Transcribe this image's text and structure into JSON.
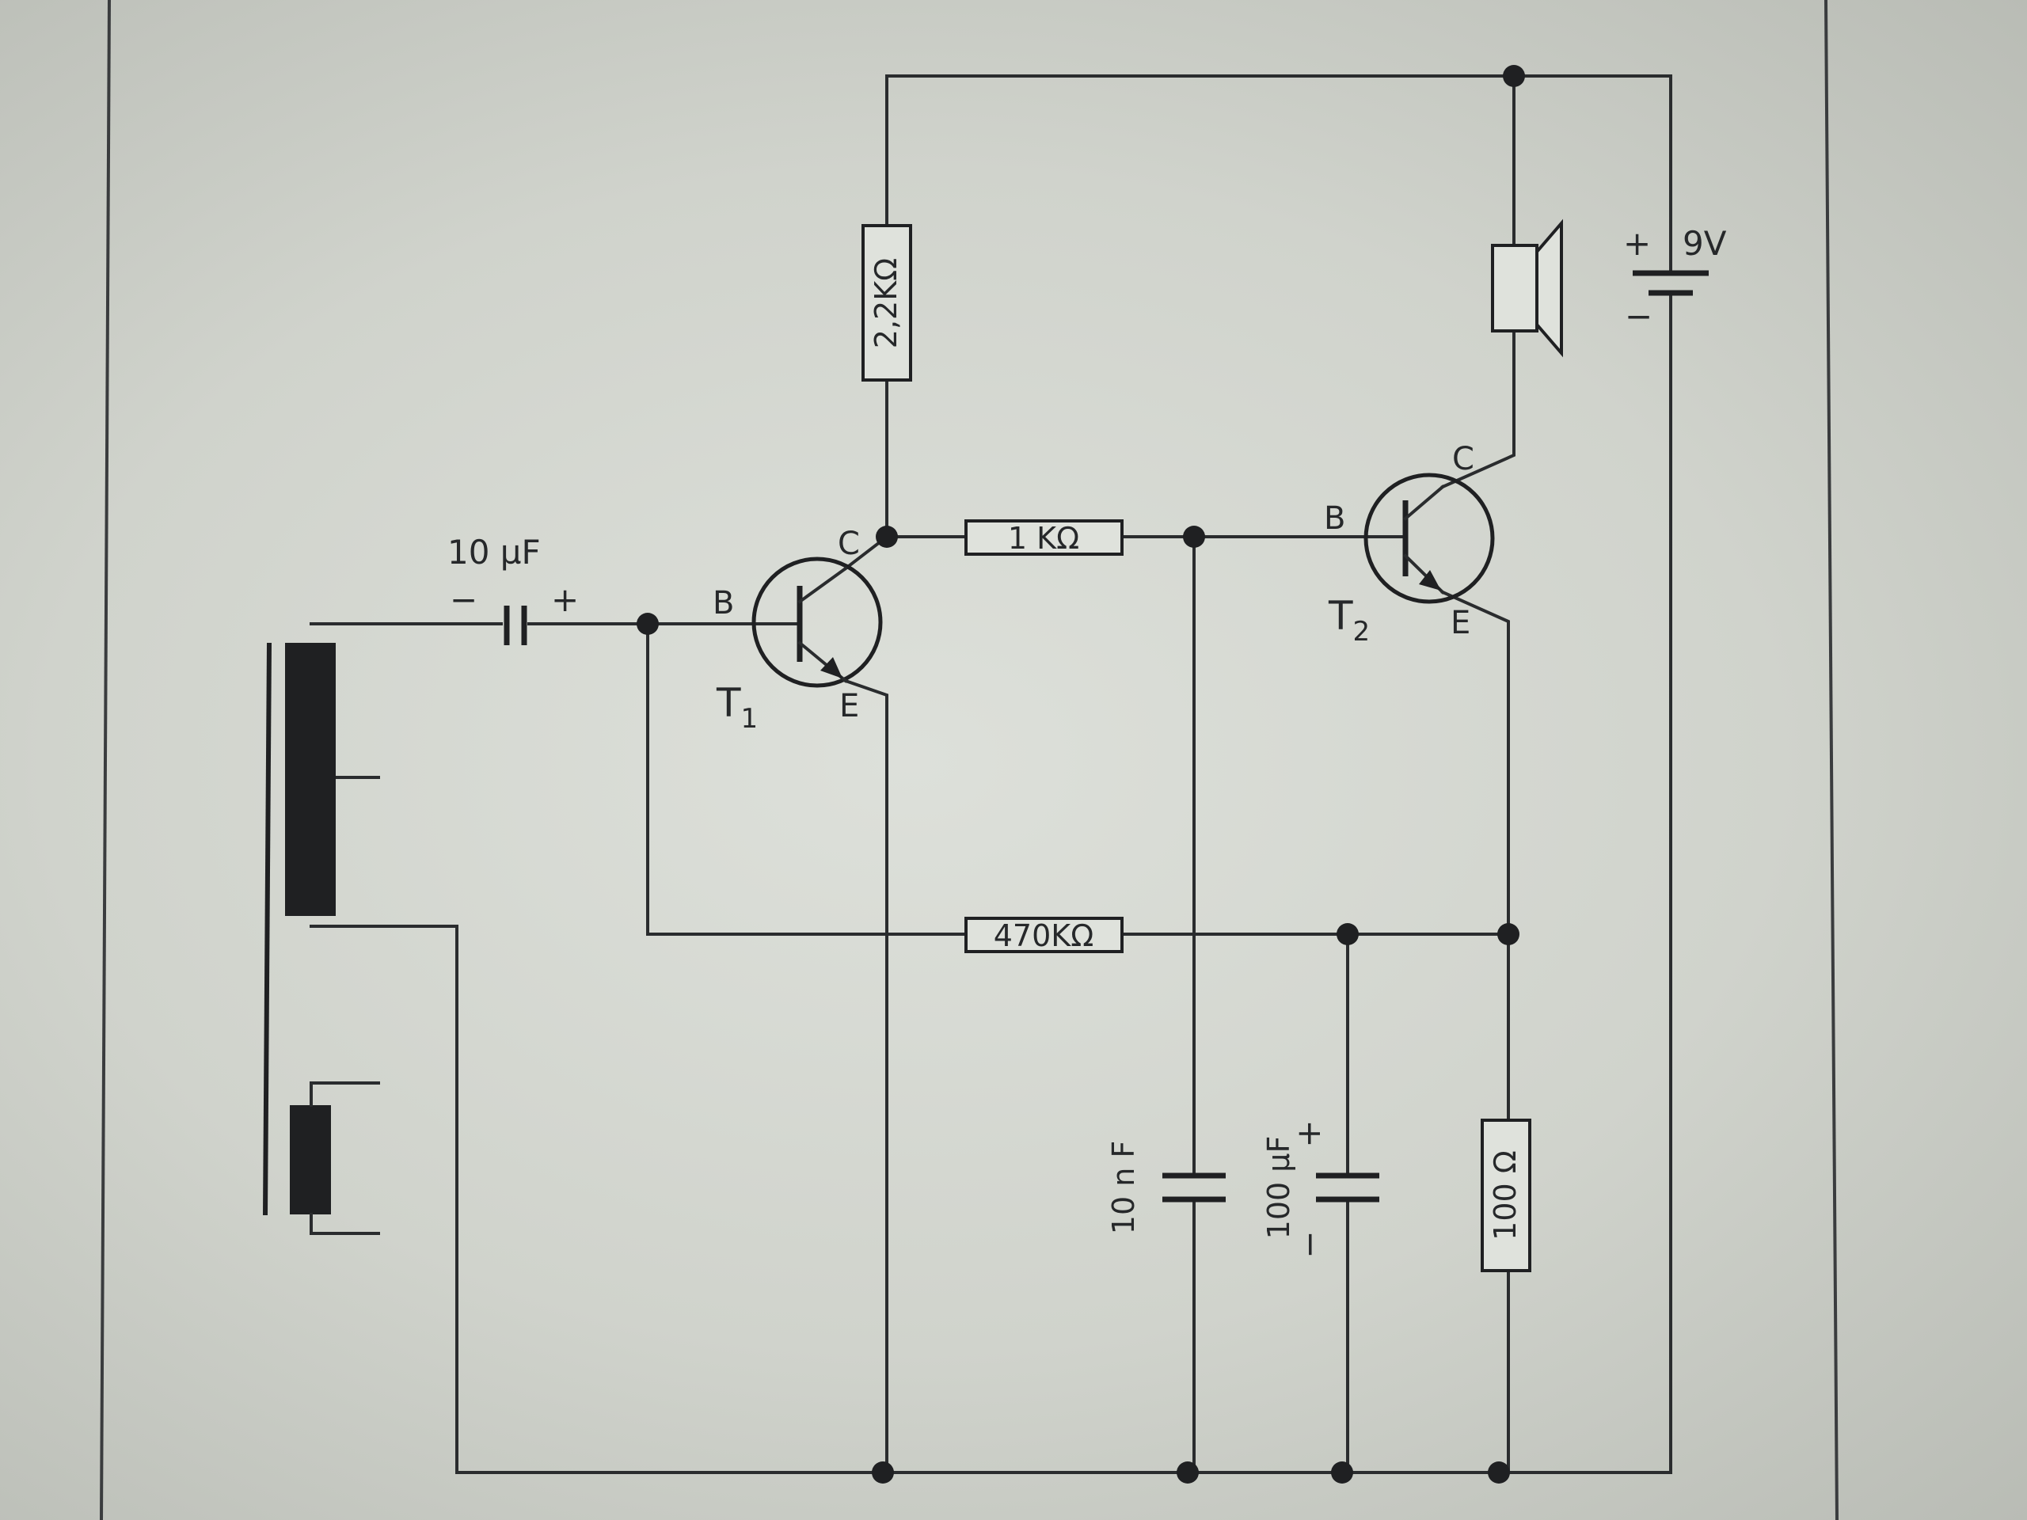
{
  "components": {
    "coupling_capacitor": {
      "value": "10 µF",
      "minus": "−",
      "plus": "+"
    },
    "r_collector_t1": {
      "value": "2,2KΩ"
    },
    "r_base_t2": {
      "value": "1 KΩ"
    },
    "r_feedback": {
      "value": "470KΩ"
    },
    "r_emitter_t2": {
      "value": "100 Ω"
    },
    "c_filter": {
      "value": "10 n F"
    },
    "c_bypass": {
      "value": "100 µF",
      "plus": "+",
      "minus": "−"
    },
    "battery": {
      "value": "9V",
      "plus": "+",
      "minus": "−"
    }
  },
  "transistors": {
    "t1": {
      "name": "T",
      "sub": "1",
      "base": "B",
      "collector": "C",
      "emitter": "E"
    },
    "t2": {
      "name": "T",
      "sub": "2",
      "base": "B",
      "collector": "C",
      "emitter": "E"
    }
  }
}
